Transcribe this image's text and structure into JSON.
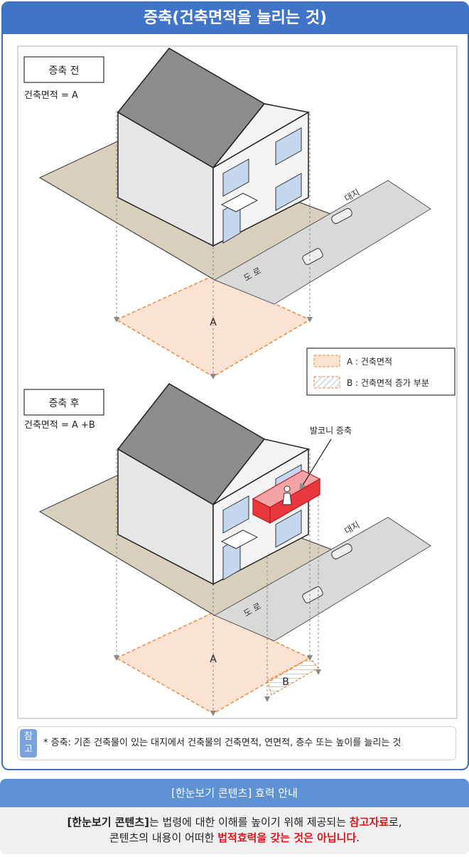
{
  "title": "증축(건축면적을 늘리는 것)",
  "before": {
    "label": "증축 전",
    "formula": "건축면적 = A",
    "area_label": "A",
    "lot_label": "대지",
    "road_label": "도 로"
  },
  "after": {
    "label": "증축 후",
    "formula": "건축면적 = A +B",
    "area_a_label": "A",
    "area_b_label": "B",
    "lot_label": "대지",
    "road_label": "도 로",
    "callout": "발코니 증축"
  },
  "legend": {
    "a": "A : 건축면적",
    "b": "B : 건축면적 증가 부분"
  },
  "note": {
    "tag_line1": "참",
    "tag_line2": "고",
    "text": "* 증축: 기존 건축물이 있는 대지에서 건축물의 건축면적, 연면적, 층수 또는 높이를 늘리는 것"
  },
  "info": {
    "header": "[한눈보기 콘텐츠] 효력 안내",
    "line1_a": "[한눈보기 콘텐츠]",
    "line1_b": "는 법령에 대한 이해를 높이기 위해 제공되는 ",
    "line1_c": "참고자료",
    "line1_d": "로,",
    "line2_a": "콘텐츠의 내용이 어떠한 ",
    "line2_b": "법적효력을 갖는 것은 아닙니다",
    "line2_c": "."
  },
  "colors": {
    "title_bg": "#3f74c9",
    "ground": "#d8cfbd",
    "road": "#d9d9d9",
    "roof": "#8c8c8c",
    "area_fill": "#fbe3d3",
    "area_stroke": "#f08a3c",
    "balcony": "#e8383d",
    "accent_red": "#e0161a"
  }
}
